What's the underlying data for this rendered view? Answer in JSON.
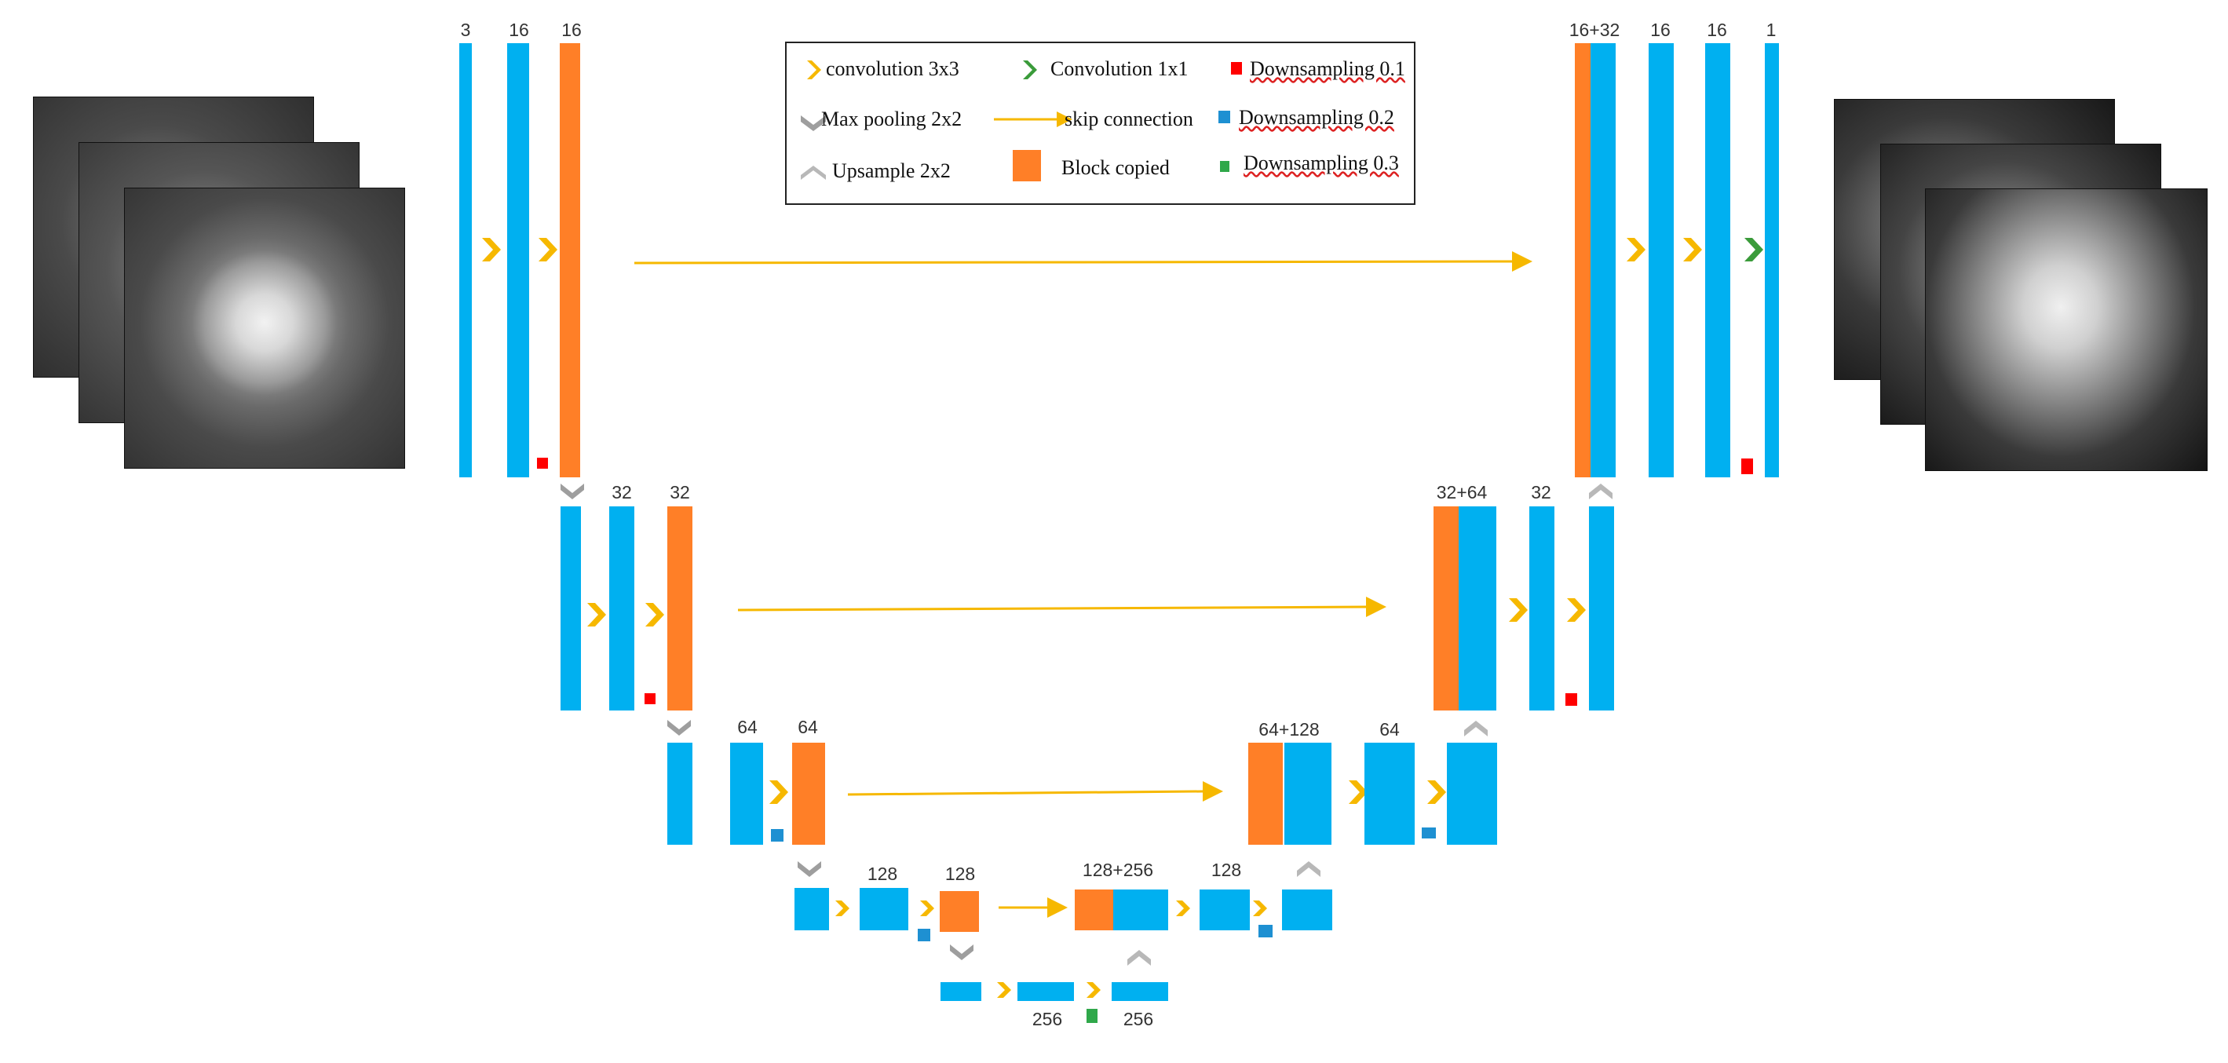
{
  "colors": {
    "feature_block": "#00b0f0",
    "copied_block": "#ff7f27",
    "conv3x3_arrow": "#f6b800",
    "conv1x1_arrow": "#3a9b3a",
    "pool_up_chevron": "#9e9e9e",
    "skip_arrow": "#f6b800",
    "downsampling_0_1": "#ff0000",
    "downsampling_0_2": "#1e90d2",
    "downsampling_0_3": "#2fa84a"
  },
  "legend": {
    "conv3x3": "convolution 3x3",
    "conv1x1": "Convolution 1x1",
    "ds01": "Downsampling 0.1",
    "maxpool": "Max pooling 2x2",
    "skip": "skip connection",
    "ds02": "Downsampling 0.2",
    "upsample": "Upsample 2x2",
    "copied": "Block copied",
    "ds03": "Downsampling 0.3"
  },
  "labels": {
    "enc1_in": "3",
    "enc1_a": "16",
    "enc1_b": "16",
    "enc2_a": "32",
    "enc2_b": "32",
    "enc3_a": "64",
    "enc3_b": "64",
    "enc4_a": "128",
    "enc4_b": "128",
    "bott_a": "256",
    "bott_b": "256",
    "dec4_cat": "128+256",
    "dec4_a": "128",
    "dec3_cat": "64+128",
    "dec3_a": "64",
    "dec2_cat": "32+64",
    "dec2_a": "32",
    "dec1_cat": "16+32",
    "dec1_a": "16",
    "dec1_b": "16",
    "dec1_out": "1"
  },
  "icons": {
    "conv3x3": "chevron-right-icon",
    "conv1x1": "chevron-right-icon",
    "maxpool": "chevron-down-icon",
    "upsample": "chevron-up-icon",
    "skip": "arrow-right-icon"
  }
}
